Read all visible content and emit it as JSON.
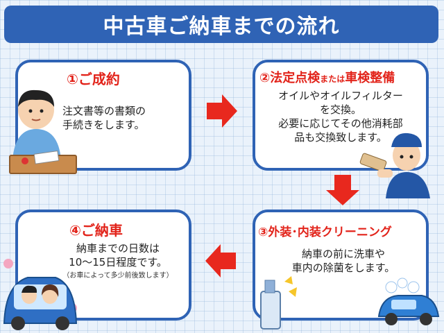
{
  "header": {
    "title": "中古車ご納車までの流れ"
  },
  "steps": [
    {
      "title": "①ご成約",
      "lines": [
        "注文書等の書類の",
        "手続きをします。"
      ]
    },
    {
      "title_prefix": "②法定点検",
      "title_small": "または",
      "title_suffix": "車検整備",
      "lines": [
        "オイルやオイルフィルター",
        "を交換。",
        "必要に応じてその他消耗部",
        "品も交換致します。"
      ]
    },
    {
      "title": "③外装･内装クリーニング",
      "lines": [
        "納車の前に洗車や",
        "車内の除菌をします。"
      ]
    },
    {
      "title": "④ご納車",
      "lines": [
        "納車までの日数は",
        "10〜15日程度です。"
      ],
      "note": "（お車によって多少前後致します）"
    }
  ],
  "colors": {
    "accent_blue": "#2f63b5",
    "title_red": "#e2231a",
    "arrow_red": "#e8281e"
  },
  "icons": [
    "arrow-right-icon",
    "arrow-down-icon",
    "arrow-left-icon"
  ]
}
